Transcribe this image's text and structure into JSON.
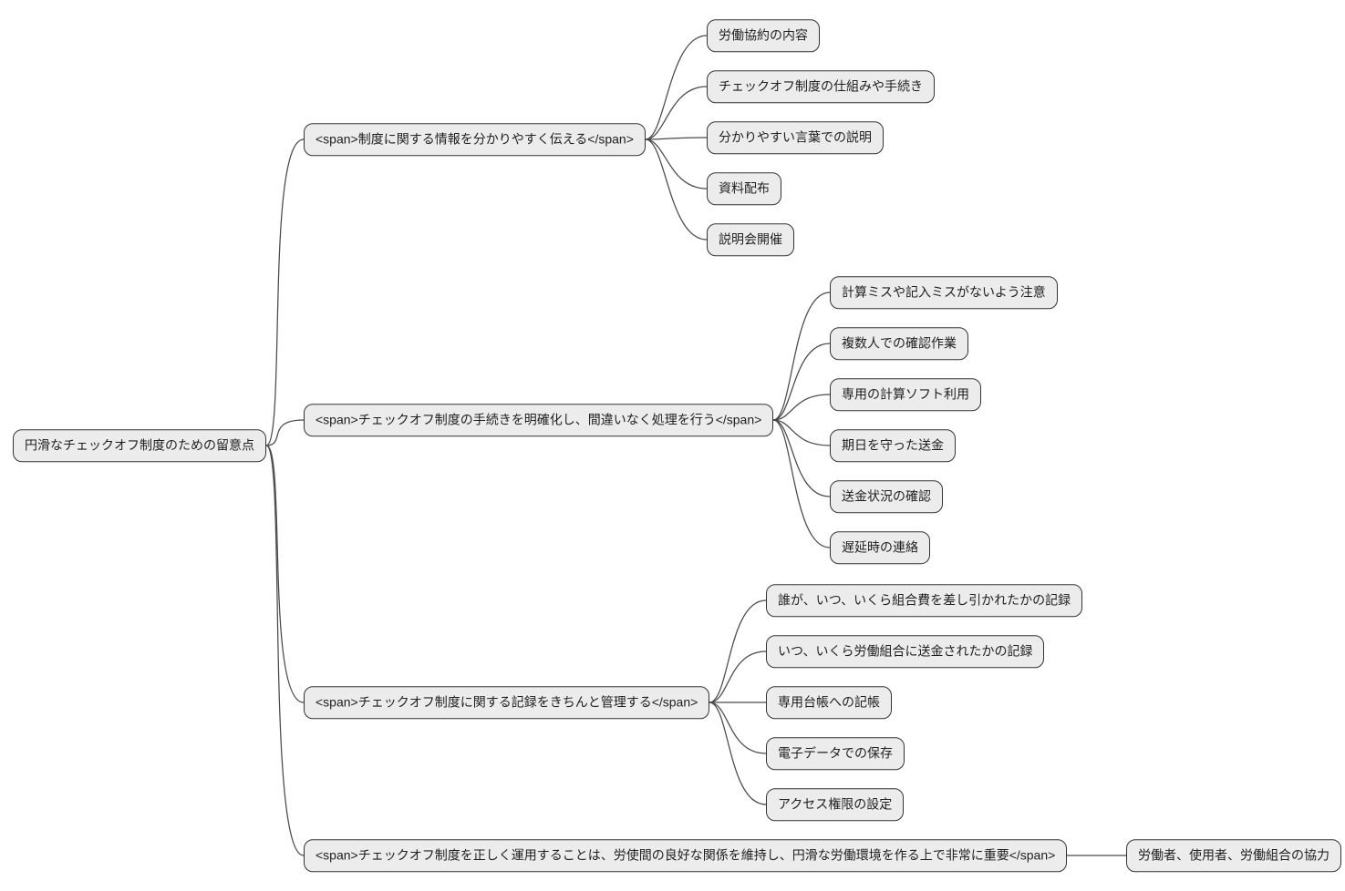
{
  "diagram": {
    "type": "mindmap",
    "root": {
      "label": "円滑なチェックオフ制度のための留意点"
    },
    "branches": [
      {
        "label": "<span>制度に関する情報を分かりやすく伝える</span>",
        "children": [
          "労働協約の内容",
          "チェックオフ制度の仕組みや手続き",
          "分かりやすい言葉での説明",
          "資料配布",
          "説明会開催"
        ]
      },
      {
        "label": "<span>チェックオフ制度の手続きを明確化し、間違いなく処理を行う</span>",
        "children": [
          "計算ミスや記入ミスがないよう注意",
          "複数人での確認作業",
          "専用の計算ソフト利用",
          "期日を守った送金",
          "送金状況の確認",
          "遅延時の連絡"
        ]
      },
      {
        "label": "<span>チェックオフ制度に関する記録をきちんと管理する</span>",
        "children": [
          "誰が、いつ、いくら組合費を差し引かれたかの記録",
          "いつ、いくら労働組合に送金されたかの記録",
          "専用台帳への記帳",
          "電子データでの保存",
          "アクセス権限の設定"
        ]
      },
      {
        "label": "<span>チェックオフ制度を正しく運用することは、労使間の良好な関係を維持し、円滑な労働環境を作る上で非常に重要</span>",
        "children": [
          "労働者、使用者、労働組合の協力"
        ]
      }
    ]
  },
  "colors": {
    "node_fill": "#ececec",
    "node_border": "#333333",
    "edge_stroke": "#4a4a4a",
    "text": "#1f1f1f",
    "background": "#ffffff"
  }
}
